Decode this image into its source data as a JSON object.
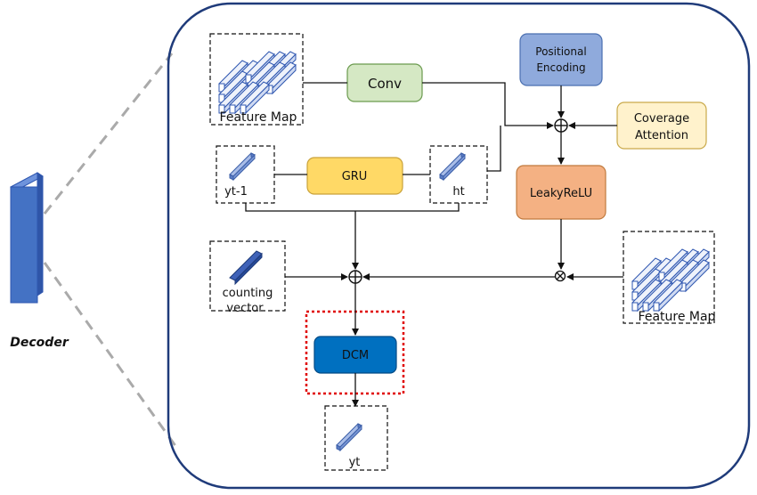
{
  "side_label": "Decoder",
  "feature_map_top": "Feature Map",
  "feature_map_right": "Feature Map",
  "conv": "Conv",
  "positional_encoding": [
    "Positional",
    "Encoding"
  ],
  "coverage_attention": [
    "Coverage",
    "Attention"
  ],
  "gru": "GRU",
  "yt_minus_1": "yt-1",
  "ht": "ht",
  "leaky_relu": "LeakyReLU",
  "counting_vector": [
    "counting",
    "vector"
  ],
  "dcm": "DCM",
  "yt": "yt",
  "colors": {
    "frame": "#1f3b7a",
    "conv": "#d5e8c4",
    "positional_encoding": "#8faadc",
    "coverage_attention": "#fff2cc",
    "gru": "#ffd966",
    "leaky_relu": "#f4b183",
    "dcm": "#0070c0",
    "dcm_highlight": "#e00000",
    "decoder_block": "#4472c4",
    "vector": "#6f8fd0"
  }
}
